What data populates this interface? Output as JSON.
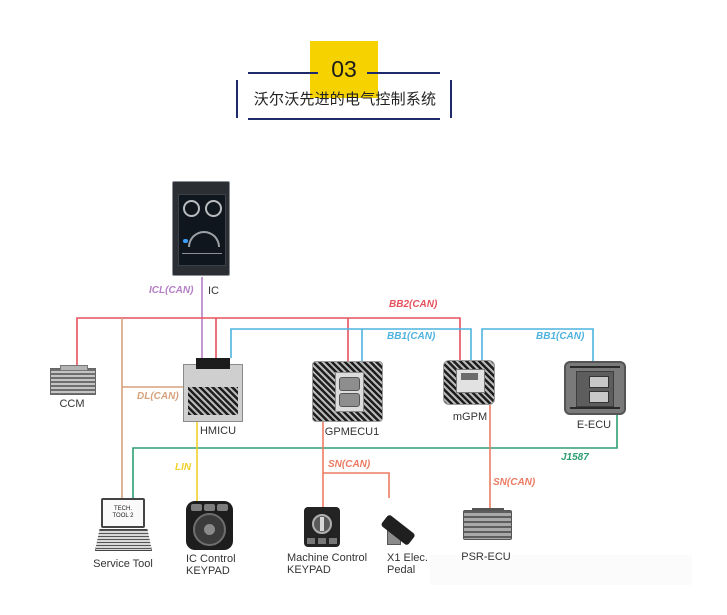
{
  "header": {
    "section_number": "03",
    "title": "沃尔沃先进的电气控制系统",
    "accent_color": "#f6d200",
    "line_color": "#1e2a6a"
  },
  "buses": {
    "icl": {
      "label": "ICL(CAN)",
      "color": "#b57fc4"
    },
    "bb2": {
      "label": "BB2(CAN)",
      "color": "#e5525d"
    },
    "bb1": {
      "label": "BB1(CAN)",
      "color": "#4fb3df"
    },
    "dl": {
      "label": "DL(CAN)",
      "color": "#d6a27c"
    },
    "j1587": {
      "label": "J1587",
      "color": "#2f9e72"
    },
    "lin": {
      "label": "LIN",
      "color": "#f0d02c"
    },
    "sn": {
      "label": "SN(CAN)",
      "color": "#ec7b62"
    }
  },
  "devices": {
    "ic": {
      "label": "IC"
    },
    "ccm": {
      "label": "CCM"
    },
    "hmicu": {
      "label": "HMICU"
    },
    "gpmecu1": {
      "label": "GPMECU1"
    },
    "mgpm": {
      "label": "mGPM"
    },
    "eecu": {
      "label": "E-ECU"
    },
    "service_tool": {
      "label": "Service Tool",
      "screen_line1": "TECH.",
      "screen_line2": "TOOL 2"
    },
    "ic_keypad": {
      "label_line1": "IC Control",
      "label_line2": "KEYPAD"
    },
    "machine_keypad": {
      "label_line1": "Machine Control",
      "label_line2": "KEYPAD"
    },
    "pedal": {
      "label_line1": "X1 Elec.",
      "label_line2": "Pedal"
    },
    "psr_ecu": {
      "label": "PSR-ECU"
    }
  }
}
